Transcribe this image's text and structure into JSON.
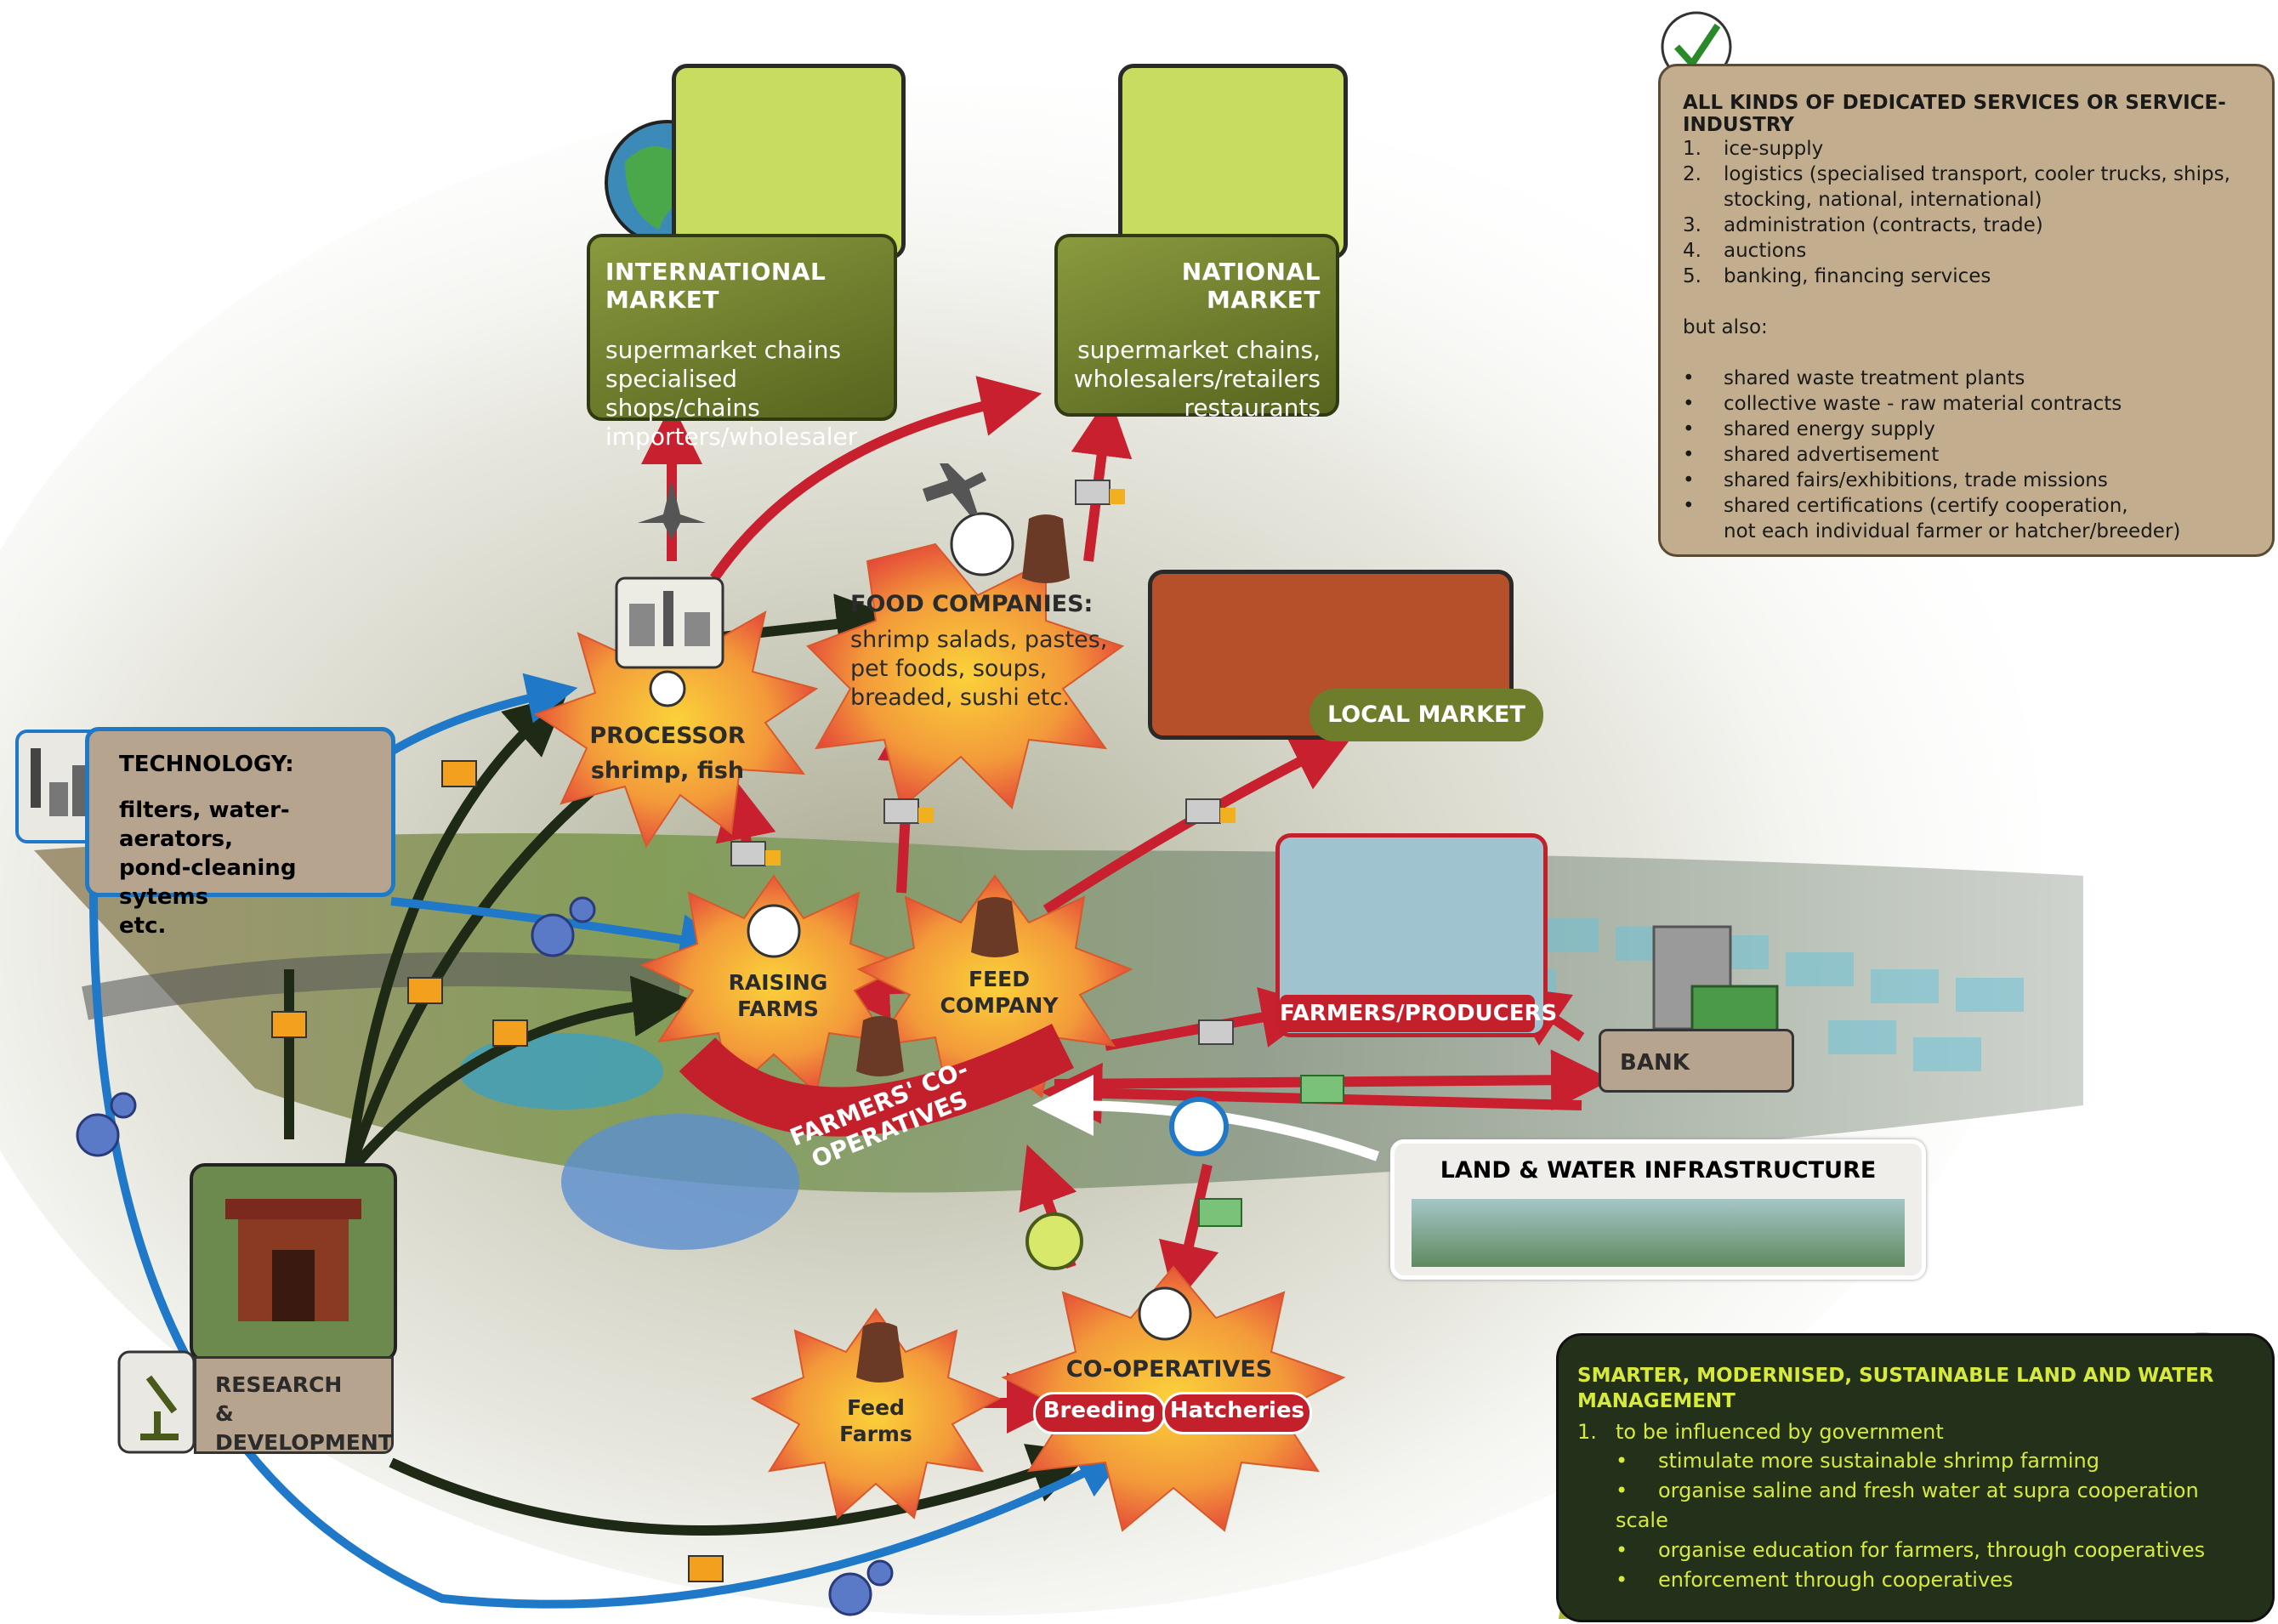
{
  "international_market": {
    "title": "INTERNATIONAL MARKET",
    "lines": [
      "supermarket chains",
      "specialised shops/chains",
      "importers/wholesaler"
    ]
  },
  "national_market": {
    "title": "NATIONAL MARKET",
    "lines": [
      "supermarket chains,",
      "wholesalers/retailers",
      "restaurants"
    ]
  },
  "services": {
    "title": "ALL KINDS OF DEDICATED SERVICES OR SERVICE-INDUSTRY",
    "numbered": [
      {
        "n": "1.",
        "text": "ice-supply"
      },
      {
        "n": "2.",
        "text": "logistics (specialised transport, cooler trucks, ships,"
      },
      {
        "n": "",
        "text": "stocking, national, international)"
      },
      {
        "n": "3.",
        "text": "administration (contracts, trade)"
      },
      {
        "n": "4.",
        "text": "auctions"
      },
      {
        "n": "5.",
        "text": "banking, financing services"
      }
    ],
    "but_also": "but also:",
    "bullets": [
      {
        "b": "•",
        "text": "shared waste treatment plants"
      },
      {
        "b": "•",
        "text": "collective waste - raw material contracts"
      },
      {
        "b": "•",
        "text": "shared energy supply"
      },
      {
        "b": "•",
        "text": "shared advertisement"
      },
      {
        "b": "•",
        "text": "shared fairs/exhibitions, trade missions"
      },
      {
        "b": "•",
        "text": "shared certifications (certify cooperation,"
      },
      {
        "b": "",
        "text": "not each individual farmer or hatcher/breeder)"
      }
    ]
  },
  "food_companies": {
    "title": "FOOD COMPANIES:",
    "lines": [
      "shrimp salads, pastes,",
      "pet foods, soups,",
      "breaded, sushi etc."
    ]
  },
  "local_market": "LOCAL MARKET",
  "processor": {
    "title": "PROCESSOR",
    "sub": "shrimp, fish"
  },
  "technology": {
    "title": "TECHNOLOGY:",
    "lines": [
      "filters, water-aerators,",
      "pond-cleaning sytems",
      "etc."
    ]
  },
  "raising_farms": [
    "RAISING",
    "FARMS"
  ],
  "feed_company": [
    "FEED",
    "COMPANY"
  ],
  "farmers_cooperatives": "FARMERS' CO-OPERATIVES",
  "farmers_producers": "FARMERS/PRODUCERS",
  "bank": "BANK",
  "land_water": "LAND & WATER INFRASTRUCTURE",
  "research": [
    "RESEARCH",
    "& DEVELOPMENT"
  ],
  "feed_farms": [
    "Feed",
    "Farms"
  ],
  "cooperatives": {
    "title": "CO-OPERATIVES",
    "breeding": "Breeding",
    "hatcheries": "Hatcheries"
  },
  "smarter": {
    "title1": "SMARTER, MODERNISED, SUSTAINABLE LAND AND WATER",
    "title2": "MANAGEMENT",
    "item_n": "1.",
    "item": "to be influenced by government",
    "bullets": [
      "stimulate more sustainable shrimp farming",
      "organise saline and fresh water at supra cooperation scale",
      "organise education for farmers, through cooperatives",
      "enforcement through cooperatives"
    ]
  },
  "colors": {
    "red_arrow": "#c8202e",
    "blue_arrow": "#1f78c8",
    "dark_arrow": "#1f2a16",
    "market_green": "#6e7d2c",
    "star_orange": "#f39a3a"
  }
}
